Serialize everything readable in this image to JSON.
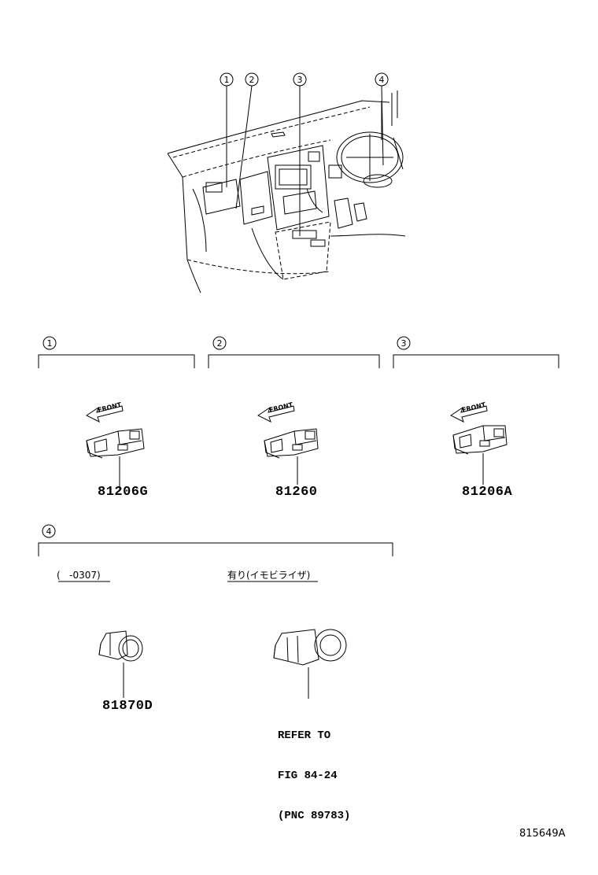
{
  "callouts": [
    "1",
    "2",
    "3",
    "4"
  ],
  "front_label": "FRONT",
  "sections": [
    {
      "num": "1",
      "part": "81206G"
    },
    {
      "num": "2",
      "part": "81260"
    },
    {
      "num": "3",
      "part": "81206A"
    },
    {
      "num": "4"
    }
  ],
  "section4": {
    "left_condition": "(   -0307)",
    "left_part": "81870D",
    "right_condition": "有り(イモビライザ)",
    "refer_line1": "REFER TO",
    "refer_line2": "FIG 84-24",
    "refer_line3": "(PNC 89783)"
  },
  "figure_id": "815649A"
}
